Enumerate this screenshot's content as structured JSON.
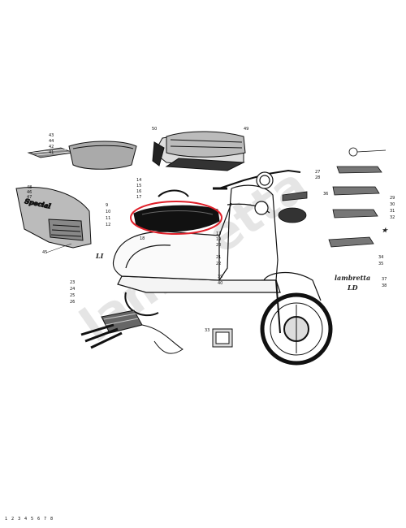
{
  "watermark": {
    "text": "lambretta"
  },
  "badges": {
    "lambretta": "lambretta",
    "li": "LI",
    "ld": "LD"
  },
  "callouts": {
    "n1": "1",
    "n2": "2",
    "n3": "3",
    "n4": "4",
    "n5": "5",
    "n6": "6",
    "n7": "7",
    "n8": "8",
    "n9": "9",
    "n10": "10",
    "n11": "11",
    "n12": "12",
    "n13": "13",
    "n14": "14",
    "n15": "15",
    "n16": "16",
    "n17": "17",
    "n18": "18",
    "n19": "19",
    "n20": "20",
    "n21": "21",
    "n22": "22",
    "n23": "23",
    "n24": "24",
    "n25": "25",
    "n26": "26",
    "n27": "27",
    "n28": "28",
    "n29": "29",
    "n30": "30",
    "n31": "31",
    "n32": "32",
    "n33": "33",
    "n34": "34",
    "n35": "35",
    "n36": "36",
    "n37": "37",
    "n38": "38",
    "n39": "39",
    "n40": "40",
    "n41": "41",
    "n42": "42",
    "n43": "43",
    "n44": "44",
    "n45": "45",
    "n46": "46",
    "n47": "47",
    "n48": "48",
    "n49": "49",
    "n50": "50"
  },
  "highlight": {
    "color": "#e0202a"
  }
}
